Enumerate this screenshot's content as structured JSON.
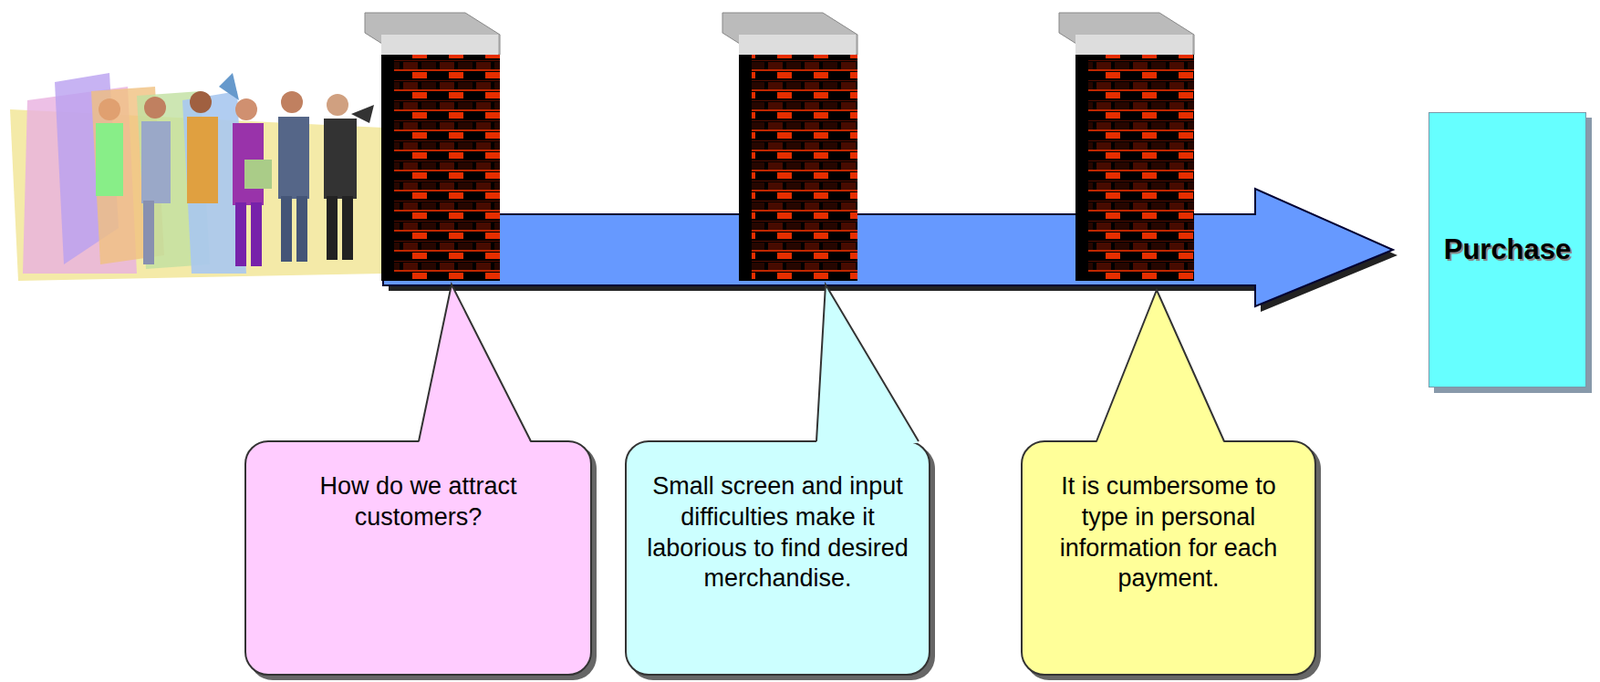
{
  "diagram": {
    "nodes": [
      {
        "text": [
          "Purchase"
        ]
      },
      {
        "text": [
          "How do we attract customers?"
        ]
      },
      {
        "text": [
          "Small screen and input difficulties make it laborious to find desired merchandise."
        ]
      },
      {
        "text": [
          "It is cumbersome to type in personal information for each payment."
        ]
      }
    ]
  }
}
